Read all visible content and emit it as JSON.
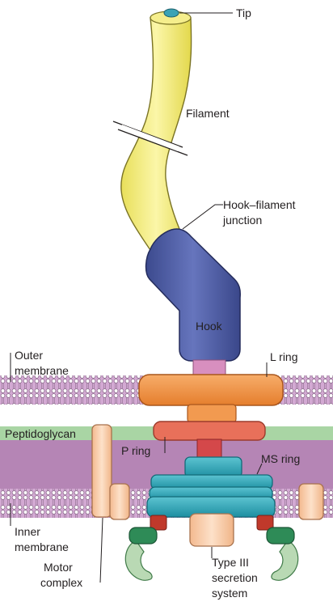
{
  "labels": {
    "tip": "Tip",
    "filament": "Filament",
    "hook_filament_junction": [
      "Hook–filament",
      "junction"
    ],
    "hook": "Hook",
    "l_ring": "L ring",
    "outer_membrane": [
      "Outer",
      "membrane"
    ],
    "peptidoglycan": "Peptidoglycan",
    "p_ring": "P ring",
    "ms_ring": "MS ring",
    "inner_membrane": [
      "Inner",
      "membrane"
    ],
    "motor_complex": [
      "Motor",
      "complex"
    ],
    "type_iii": [
      "Type III",
      "secretion",
      "system"
    ]
  },
  "colors": {
    "filament": "#f7f08a",
    "hook": "#4f5fa6",
    "l_ring": "#f2944a",
    "p_ring": "#e86a55",
    "ms_ring": "#2fa6b8",
    "rod": "#d9a3c8",
    "peptidoglycan": "#a8d4a8",
    "periplasm": "#b07bb0",
    "motor": "#f6c9a6",
    "stator_green": "#2e8b57",
    "red_cap": "#c0392b"
  }
}
